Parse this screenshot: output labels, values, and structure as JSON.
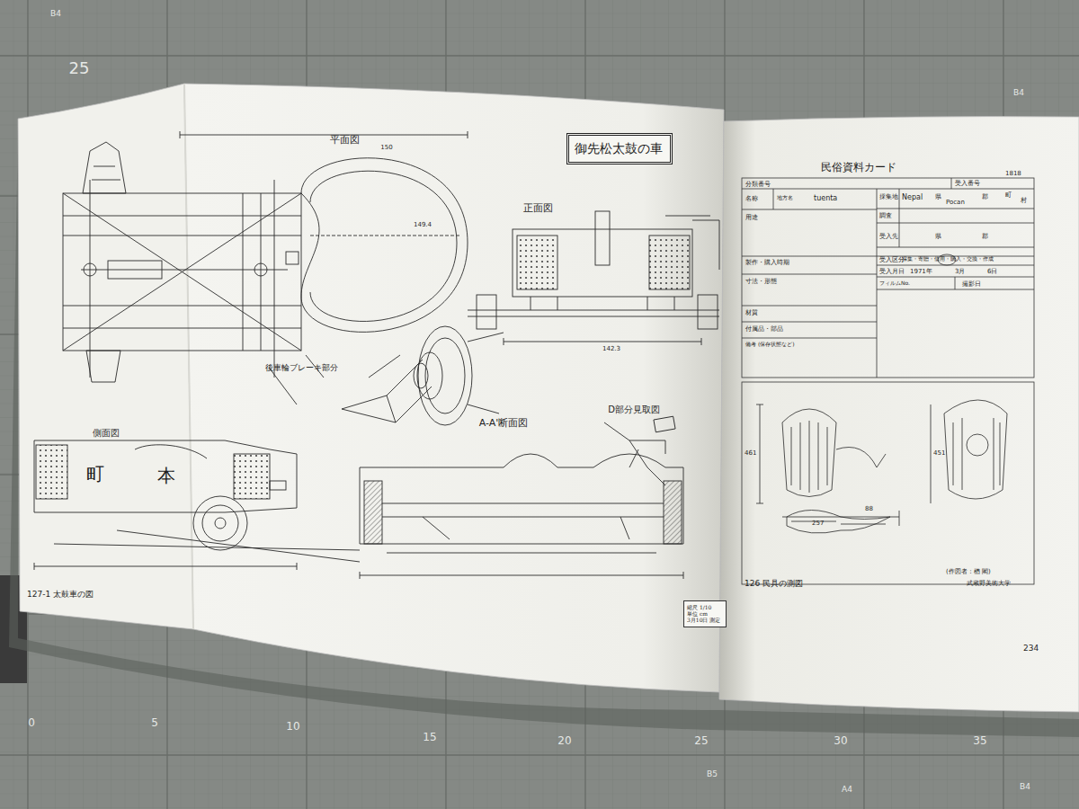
{
  "diagram": {
    "nodes": [
      {
        "text": [
          "御先松太鼓の車"
        ]
      },
      {
        "text": [
          "縮尺 1/10",
          "単位 cm",
          "3月10日 測定"
        ]
      }
    ],
    "labels": [
      "25",
      "B4",
      "B4",
      "平面図",
      "150",
      "149.4",
      "正面図",
      "142.3",
      "後車輪ブレーキ部分",
      "A-A'断面図",
      "D部分見取図",
      "側面図",
      "町",
      "本",
      "127-1 太鼓車の図",
      "民俗資料カード",
      "受入番号",
      "1818",
      "分類番号",
      "名称",
      "地方名",
      "tuenta",
      "採集地",
      "Nepal",
      "県",
      "Pocan",
      "郡",
      "町",
      "村",
      "調査",
      "受入先",
      "県",
      "郡",
      "用途",
      "製作・購入時期",
      "受入区分",
      "採集・寄贈・借用・購入・交換・作成",
      "寸法・形態",
      "受入月日",
      "1971年",
      "3月",
      "6日",
      "フィルムNo.",
      "撮影日",
      "材質",
      "付属品・部品",
      "備考 (保存状態など)",
      "461",
      "257",
      "88",
      "451",
      "(作図者：楢 閣)",
      "武蔵野美術大学",
      "126 民具の測図",
      "234",
      "0",
      "5",
      "10",
      "15",
      "20",
      "25",
      "30",
      "35",
      "B5",
      "A4",
      "B4"
    ]
  }
}
